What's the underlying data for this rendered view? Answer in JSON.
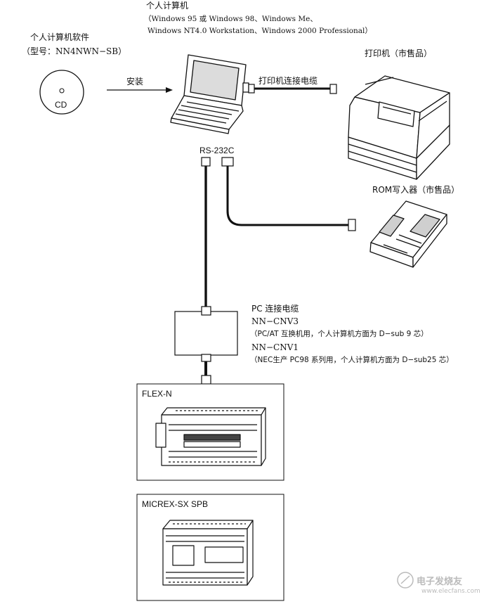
{
  "software": {
    "title": "个人计算机软件",
    "model": "（型号：NN4NWN−SB）",
    "cd_label": "CD"
  },
  "install_label": "安装",
  "pc": {
    "title": "个人计算机",
    "os_line1": "（Windows 95 或 Windows 98、Windows Me、",
    "os_line2": "Windows NT4.0 Workstation、Windows 2000 Professional）"
  },
  "printer_cable_label": "打印机连接电缆",
  "printer_label": "打印机（市售品）",
  "rs232c_label": "RS-232C",
  "rom_writer_label": "ROM写入器（市售品）",
  "pc_cable": {
    "title": "PC 连接电缆",
    "model1": "NN−CNV3",
    "desc1": "（PC/AT 互换机用，个人计算机方面为 D−sub 9 芯）",
    "model2": "NN−CNV1",
    "desc2": "（NEC生产  PC98 系列用，个人计算机方面为 D−sub25 芯）"
  },
  "plc1_label": "FLEX-N",
  "plc2_label": "MICREX-SX  SPB",
  "watermark": {
    "line1": "电子发烧友",
    "line2": "www.elecfans.com"
  }
}
